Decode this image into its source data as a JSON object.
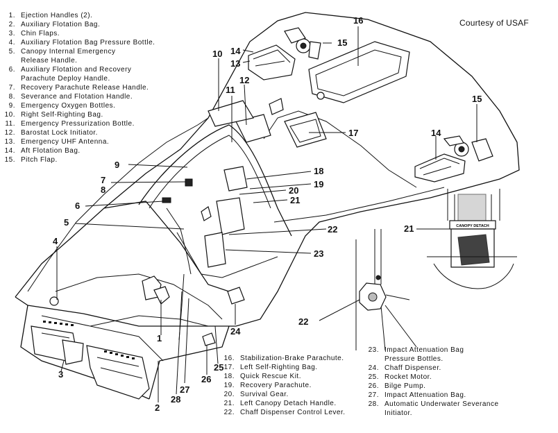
{
  "credit": "Courtesy of USAF",
  "legend_1": [
    {
      "num": "1.",
      "text": "Ejection Handles (2)."
    },
    {
      "num": "2.",
      "text": "Auxiliary Flotation Bag."
    },
    {
      "num": "3.",
      "text": "Chin Flaps."
    },
    {
      "num": "4.",
      "text": "Auxiliary Flotation Bag Pressure Bottle."
    },
    {
      "num": "5.",
      "text": "Canopy Internal Emergency"
    },
    {
      "num": "",
      "text": "Release Handle."
    },
    {
      "num": "6.",
      "text": "Auxiliary Flotation and Recovery"
    },
    {
      "num": "",
      "text": "Parachute Deploy Handle."
    },
    {
      "num": "7.",
      "text": "Recovery Parachute Release Handle."
    },
    {
      "num": "8.",
      "text": "Severance and Flotation Handle."
    },
    {
      "num": "9.",
      "text": "Emergency Oxygen Bottles."
    },
    {
      "num": "10.",
      "text": "Right Self-Righting Bag."
    },
    {
      "num": "11.",
      "text": "Emergency Pressurization Bottle."
    },
    {
      "num": "12.",
      "text": "Barostat Lock Initiator."
    },
    {
      "num": "13.",
      "text": "Emergency UHF Antenna."
    },
    {
      "num": "14.",
      "text": "Aft Flotation Bag."
    },
    {
      "num": "15.",
      "text": "Pitch Flap."
    }
  ],
  "legend_2": [
    {
      "num": "16.",
      "text": "Stabilization-Brake Parachute."
    },
    {
      "num": "17.",
      "text": "Left Self-Righting Bag."
    },
    {
      "num": "18.",
      "text": "Quick Rescue Kit."
    },
    {
      "num": "19.",
      "text": "Recovery Parachute."
    },
    {
      "num": "20.",
      "text": "Survival Gear."
    },
    {
      "num": "21.",
      "text": "Left Canopy Detach Handle."
    },
    {
      "num": "22.",
      "text": "Chaff Dispenser Control Lever."
    }
  ],
  "legend_3": [
    {
      "num": "23.",
      "text": "Impact Attenuation Bag"
    },
    {
      "num": "",
      "text": "Pressure Bottles."
    },
    {
      "num": "24.",
      "text": "Chaff Dispenser."
    },
    {
      "num": "25.",
      "text": "Rocket Motor."
    },
    {
      "num": "26.",
      "text": "Bilge Pump."
    },
    {
      "num": "27.",
      "text": "Impact Attenuation Bag."
    },
    {
      "num": "28.",
      "text": "Automatic Underwater Severance"
    },
    {
      "num": "",
      "text": "Initiator."
    }
  ],
  "callouts": {
    "c1": "1",
    "c2": "2",
    "c3": "3",
    "c4": "4",
    "c5": "5",
    "c6": "6",
    "c7": "7",
    "c8": "8",
    "c9": "9",
    "c10": "10",
    "c11": "11",
    "c12": "12",
    "c13": "13",
    "c14a": "14",
    "c14b": "14",
    "c15a": "15",
    "c15b": "15",
    "c16": "16",
    "c17": "17",
    "c18": "18",
    "c19": "19",
    "c20": "20",
    "c21a": "21",
    "c21b": "21",
    "c22a": "22",
    "c22b": "22",
    "c23": "23",
    "c24": "24",
    "c25": "25",
    "c26": "26",
    "c27": "27",
    "c28": "28"
  },
  "placard": "CANOPY DETACH"
}
